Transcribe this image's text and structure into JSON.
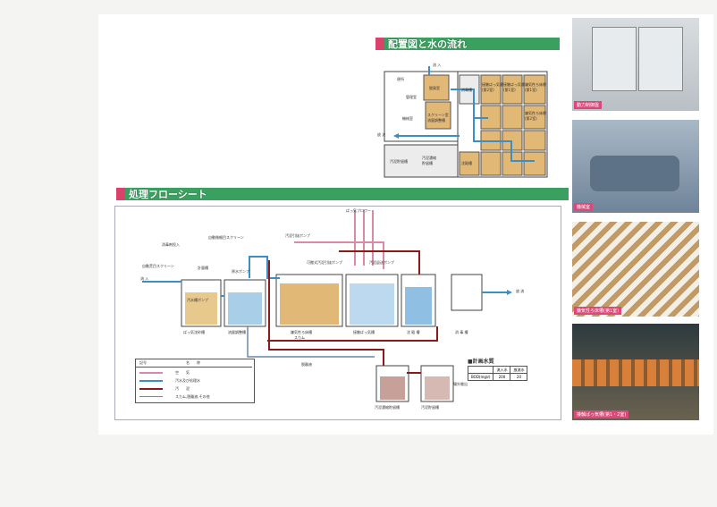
{
  "layout_section": {
    "title": "配置図と水の流れ",
    "labels": {
      "inflow": "流 入",
      "discharge": "放 流",
      "management_room": "管理室",
      "machine_room": "機械室",
      "deodorizing_room": "脱臭室",
      "screen_basin": "スクリーン室\n流量調整槽",
      "disinfection_tank": "消毒槽",
      "sedimentation_tank": "沈殿槽",
      "aerobic_contact_tank_2": "接触ばっ気槽\n(第2室)",
      "aerobic_contact_tank_1": "接触ばっ気槽\n(第1室)",
      "anaerobic_filter_1": "嫌気性ろ床槽\n(第1室)",
      "anaerobic_filter_2": "嫌気性ろ床槽\n(第2室)",
      "sludge_storage": "汚泥貯留槽",
      "sludge_thickening": "汚泥濃縮\n貯留槽",
      "toilet": "便所"
    }
  },
  "flow_section": {
    "title": "処理フローシート",
    "labels": {
      "inflow": "流 入",
      "discharge": "放 流",
      "blower": "ばっ気ブロワー",
      "auto_screen": "自動微細目スクリーン",
      "fine_screen": "自動荒目スクリーン",
      "sludge_pump": "汚泥引抜ポンプ",
      "sludge_return": "汚泥返送ポンプ",
      "scum": "スカム",
      "removed_liquid": "脱離液",
      "grit_tank": "ばっ気沈砂槽",
      "flow_adjust_tank": "流量調整槽",
      "anaerobic_tank": "嫌気性ろ床槽",
      "contact_aeration_tank": "接触ばっ気槽",
      "settling_tank": "沈 殿 槽",
      "disinfection_tank": "消 毒 槽",
      "sludge_thickening_tank": "汚泥濃縮貯留槽",
      "sludge_storage_tank": "汚泥貯留槽",
      "measuring_tank": "計量槽",
      "equalization_pump": "原水ポンプ",
      "drain_pump": "汚水槽ポンプ",
      "return_pump": "可搬式汚泥引抜ポンプ",
      "disinfection_dosing": "消毒剤投入",
      "outside_drain": "場外搬出"
    },
    "legend": {
      "header_symbol": "記号",
      "header_name": "名　　称",
      "items": [
        {
          "name": "空　　気",
          "color": "#d98aa6"
        },
        {
          "name": "汚水及び処理水",
          "color": "#3c8fc4"
        },
        {
          "name": "汚　　泥",
          "color": "#8b1a1a"
        },
        {
          "name": "スカム,脱離液,その他",
          "color": "#6c89a8"
        }
      ]
    },
    "water_quality": {
      "title": "■計画水質",
      "headers": [
        "",
        "流入水",
        "放流水"
      ],
      "rows": [
        [
          "BOD(mg/ℓ)",
          "200",
          "20"
        ]
      ]
    }
  },
  "photos": [
    {
      "caption": "動力制御盤",
      "icon": "control-panel"
    },
    {
      "caption": "機械室",
      "icon": "machine-room"
    },
    {
      "caption": "嫌気性ろ床槽(第1室)",
      "icon": "filter-media"
    },
    {
      "caption": "接触ばっ気槽(第1・2室)",
      "icon": "aeration-pipes"
    }
  ],
  "colors": {
    "header_green": "#3aa05f",
    "header_pink": "#d9436a",
    "tank_orange": "#e2b876",
    "water_blue": "#3c8fc4"
  }
}
